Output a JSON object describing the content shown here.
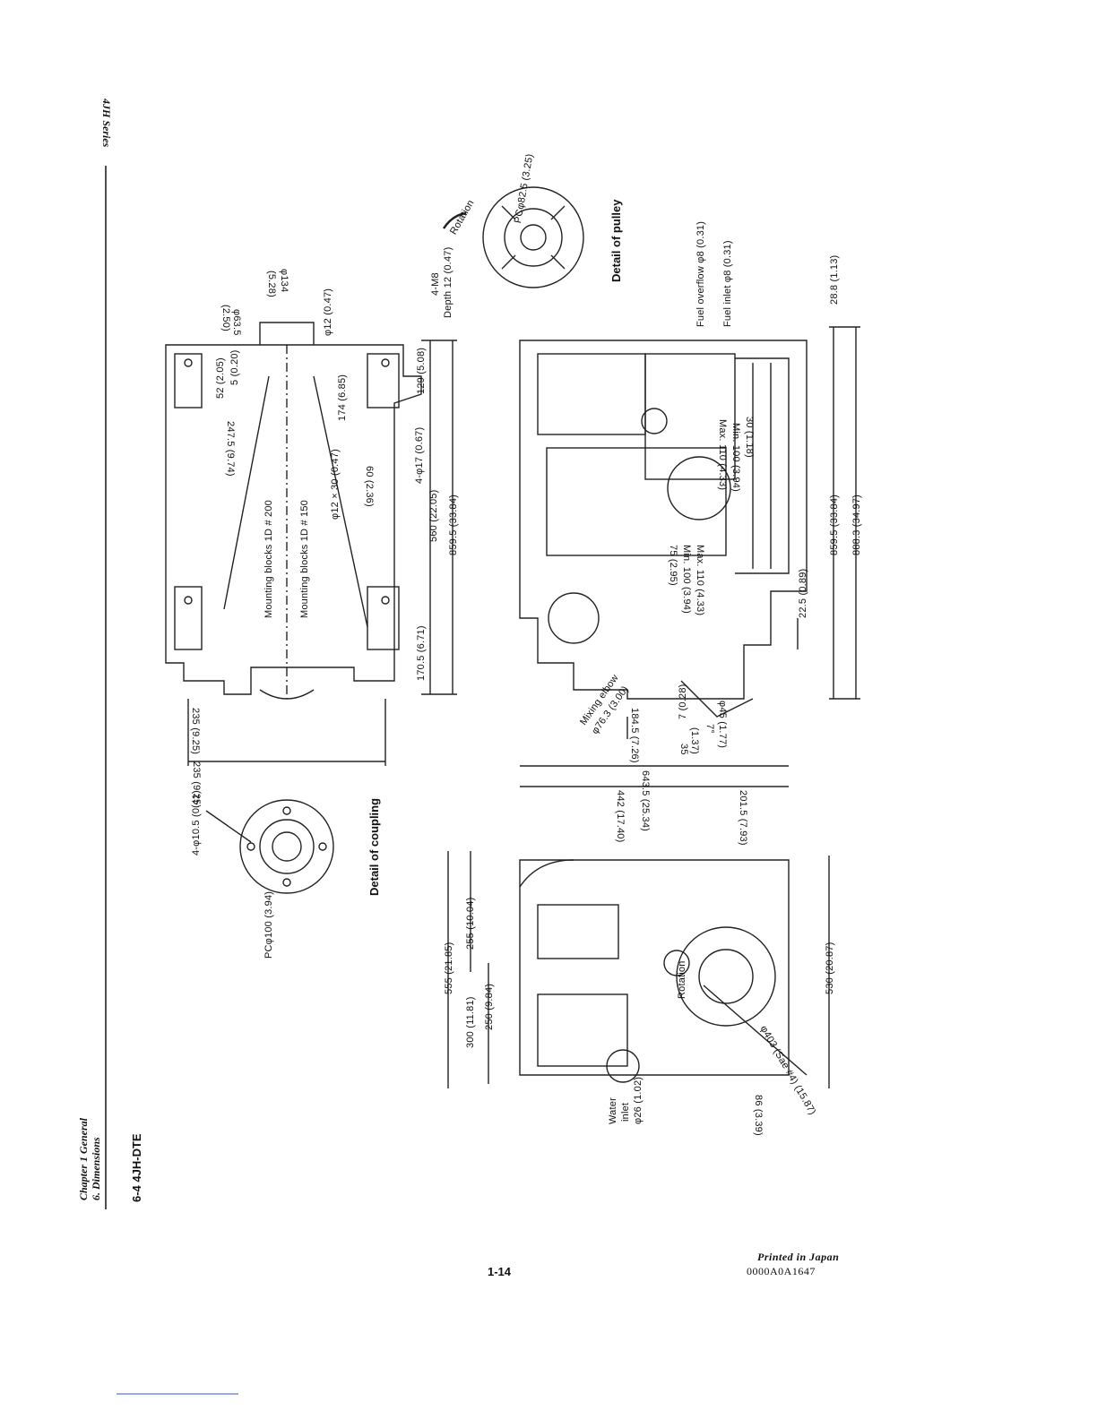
{
  "header": {
    "series": "4JH  Series",
    "chapter": "Chapter 1 General",
    "section": "6. Dimensions",
    "model_heading": "6-4 4JH-DTE"
  },
  "footer": {
    "page_number": "1-14",
    "printed": "Printed in Japan",
    "code": "0000A0A1647"
  },
  "top_view": {
    "labels": {
      "d_52": "52 (2.05)",
      "d_5": "5 (0.20)",
      "d_2475": "247.5 (9.74)",
      "d_174": "174 (6.85)",
      "d_phi12": "φ12 (0.47)",
      "d_phi134": "φ134",
      "d_528": "(5.28)",
      "d_phi635": "φ63.5",
      "d_250": "(2.50)",
      "d_129": "129 (5.08)",
      "d_4phi17": "4-φ17 (0.67)",
      "d_12x30": "φ12 × 30 (0.47)",
      "d_60": "60 (2.36)",
      "d_560": "560 (22.05)",
      "d_8595": "859.5 (33.84)",
      "d_1705": "170.5 (6.71)",
      "d_235a": "235 (9.25)",
      "d_235b": "235 (9.25)",
      "mount_200": "Mounting blocks 1D  # 200",
      "mount_150": "Mounting blocks 1D  # 150"
    }
  },
  "coupling": {
    "title": "Detail of coupling",
    "bolts": "4-φ10.5 (0.41)",
    "pcd": "PCφ100 (3.94)"
  },
  "pulley": {
    "title": "Detail of pulley",
    "bolts": "4-M8",
    "depth": "Depth 12 (0.47)",
    "rotation": "Rotation",
    "pcd": "PCφ82.5 (3.25)"
  },
  "side_view": {
    "labels": {
      "fuel_overflow": "Fuel overflow φ8 (0.31)",
      "fuel_inlet": "Fuel inlet φ8 (0.31)",
      "d_288": "28.8 (1.13)",
      "d_30": "30 (1.18)",
      "min_a": "Min. 100 (3.94)",
      "max_a": "Max. 110 (4.33)",
      "d_75": "75 (2.95)",
      "min_b": "Min. 100 (3.94)",
      "max_b": "Max. 110 (4.33)",
      "d_225": "22.5 (0.89)",
      "d_8595": "859.5 (33.84)",
      "d_8883": "888.3 (34.97)",
      "mixing_elbow": "Mixing elbow",
      "elbow_dia": "φ76.3 (3.00)",
      "d_7": "7 (0.28)",
      "d_phi45": "φ45 (1.77)",
      "d_1845": "184.5 (7.26)",
      "d_7deg": "7°",
      "d_137": "(1.37)",
      "d_35": "35"
    }
  },
  "front_view": {
    "labels": {
      "d_6435": "643.5 (25.34)",
      "d_442": "442 (17.40)",
      "d_2015": "201.5 (7.93)",
      "d_555": "555 (21.85)",
      "d_255": "255 (10.04)",
      "d_300": "300 (11.81)",
      "d_250": "250 (9.84)",
      "d_530": "530 (20.87)",
      "rotation": "Rotation",
      "flywheel": "φ403 (Sae #4) (15.87)",
      "water": "Water",
      "inlet": "inlet",
      "water_dia": "φ26 (1.02)",
      "d_86": "86 (3.39)"
    }
  }
}
